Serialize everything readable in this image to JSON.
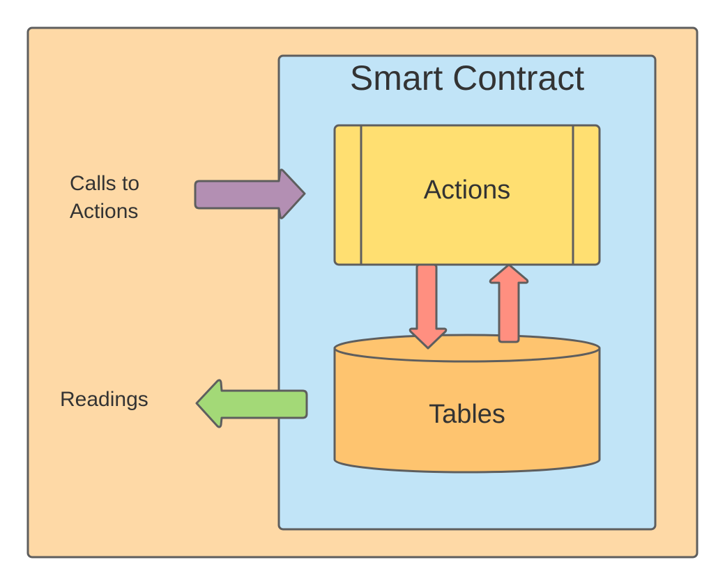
{
  "diagram": {
    "title": "Smart Contract",
    "nodes": {
      "actions": {
        "label": "Actions",
        "shape": "process-box"
      },
      "tables": {
        "label": "Tables",
        "shape": "cylinder"
      }
    },
    "external_labels": {
      "calls": "Calls to Actions",
      "readings": "Readings"
    },
    "edges": [
      {
        "from": "external",
        "to": "actions",
        "meaning": "calls",
        "icon": "arrow-right-icon"
      },
      {
        "from": "actions",
        "to": "tables",
        "icon": "arrow-down-icon"
      },
      {
        "from": "tables",
        "to": "actions",
        "icon": "arrow-up-icon"
      },
      {
        "from": "tables",
        "to": "external",
        "meaning": "readings",
        "icon": "arrow-left-icon"
      }
    ]
  },
  "colors": {
    "outer_bg": "#fed9a6",
    "contract_bg": "#c1e4f7",
    "actions_fill": "#ffdf71",
    "tables_fill": "#fec46f",
    "calls_arrow": "#b38fb3",
    "readings_arrow": "#a3d977",
    "internal_arrows": "#ff8f80",
    "stroke": "#5e5e5e",
    "text": "#333333"
  }
}
